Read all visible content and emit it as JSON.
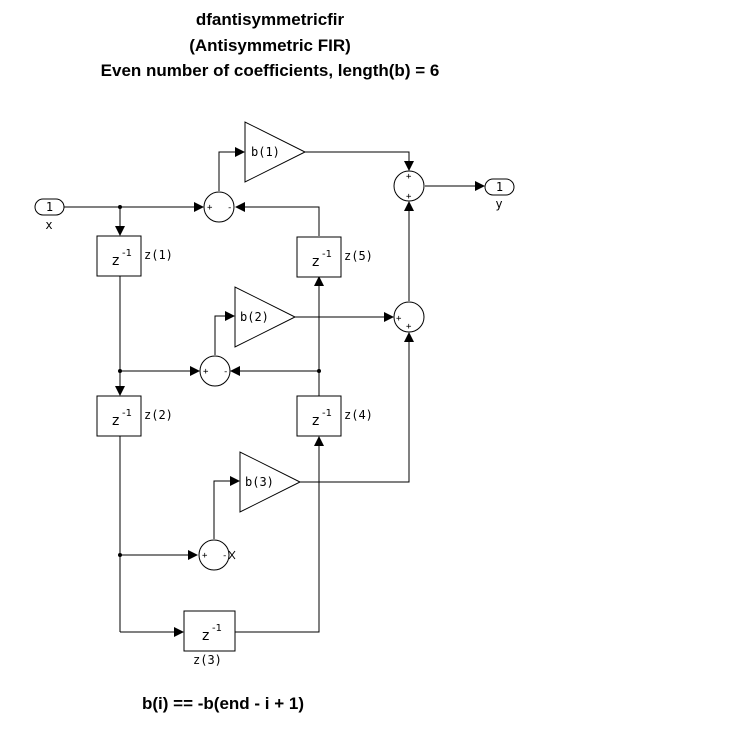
{
  "title": {
    "line1": "dfantisymmetricfir",
    "line2": "(Antisymmetric FIR)",
    "line3": "Even number of coefficients, length(b) = 6"
  },
  "footer": "b(i) == -b(end - i + 1)",
  "ports": {
    "input_number": "1",
    "input_label": "x",
    "output_number": "1",
    "output_label": "y"
  },
  "delays": {
    "z": "z",
    "exp": "-1",
    "z1": "z(1)",
    "z2": "z(2)",
    "z3": "z(3)",
    "z4": "z(4)",
    "z5": "z(5)"
  },
  "gains": {
    "b1": "b(1)",
    "b2": "b(2)",
    "b3": "b(3)"
  },
  "signs": {
    "plus": "+",
    "minus": "-"
  }
}
